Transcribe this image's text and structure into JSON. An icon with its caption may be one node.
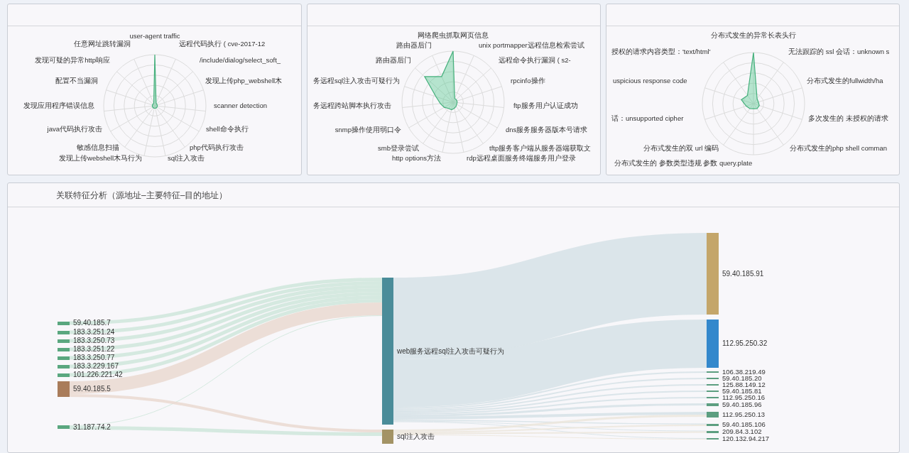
{
  "diagram": {
    "nodes": [
      {
        "text": [
          "关联特征分析（源地址–主要特征–目的地址）"
        ]
      },
      {
        "text": [
          "59.40.185.7"
        ],
        "in": 0
      },
      {
        "text": [
          "183.3.251.24"
        ],
        "in": 0
      },
      {
        "text": [
          "183.3.250.73"
        ],
        "in": 0
      },
      {
        "text": [
          "183.3.251.22"
        ],
        "in": 0
      },
      {
        "text": [
          "183.3.250.77"
        ],
        "in": 0
      },
      {
        "text": [
          "183.3.229.167"
        ],
        "in": 0
      },
      {
        "text": [
          "101.226.221.42"
        ],
        "in": 0
      },
      {
        "text": [
          "59.40.185.5"
        ],
        "in": 0
      },
      {
        "text": [
          "31.187.74.2"
        ],
        "in": 0
      },
      {
        "text": [
          "web服务远程sql注入攻击可疑行为"
        ],
        "in": 0
      },
      {
        "text": [
          "sql注入攻击"
        ],
        "in": 0
      },
      {
        "text": [
          "59.40.185.91"
        ],
        "in": 0
      },
      {
        "text": [
          "112.95.250.32"
        ],
        "in": 0
      },
      {
        "text": [
          "106.38.219.49"
        ],
        "in": 0
      },
      {
        "text": [
          "59.40.185.20"
        ],
        "in": 0
      },
      {
        "text": [
          "125.88.149.12"
        ],
        "in": 0
      },
      {
        "text": [
          "59.40.185.81"
        ],
        "in": 0
      },
      {
        "text": [
          "112.95.250.16"
        ],
        "in": 0
      },
      {
        "text": [
          "59.40.185.96"
        ],
        "in": 0
      },
      {
        "text": [
          "112.95.250.13"
        ],
        "in": 0
      },
      {
        "text": [
          "59.40.185.106"
        ],
        "in": 0
      },
      {
        "text": [
          "209.84.3.102"
        ],
        "in": 0
      },
      {
        "text": [
          "120.132.94.217"
        ],
        "in": 0
      }
    ],
    "edges": [
      {
        "from": 1,
        "to": 10,
        "arrow": "none",
        "color": "#cfe6da"
      },
      {
        "from": 2,
        "to": 10,
        "arrow": "none",
        "color": "#cfe6da"
      },
      {
        "from": 3,
        "to": 10,
        "arrow": "none",
        "color": "#cfe6da"
      },
      {
        "from": 4,
        "to": 10,
        "arrow": "none",
        "color": "#cfe6da"
      },
      {
        "from": 5,
        "to": 10,
        "arrow": "none",
        "color": "#cfe6da"
      },
      {
        "from": 6,
        "to": 10,
        "arrow": "none",
        "color": "#cfe6da"
      },
      {
        "from": 7,
        "to": 10,
        "arrow": "none",
        "color": "#cfe6da"
      },
      {
        "from": 8,
        "to": 10,
        "arrow": "none",
        "style": "thick",
        "color": "#ead9d0"
      },
      {
        "from": 9,
        "to": 10,
        "arrow": "none",
        "color": "#cfe6da"
      },
      {
        "from": 8,
        "to": 11,
        "arrow": "none",
        "color": "#ead9d0"
      },
      {
        "from": 9,
        "to": 11,
        "arrow": "none",
        "color": "#cfe6da"
      },
      {
        "from": 10,
        "to": 12,
        "arrow": "none",
        "style": "thick"
      },
      {
        "from": 10,
        "to": 13,
        "arrow": "none",
        "style": "thick"
      },
      {
        "from": 10,
        "to": 14,
        "arrow": "none"
      },
      {
        "from": 10,
        "to": 15,
        "arrow": "none"
      },
      {
        "from": 10,
        "to": 16,
        "arrow": "none"
      },
      {
        "from": 10,
        "to": 17,
        "arrow": "none"
      },
      {
        "from": 10,
        "to": 18,
        "arrow": "none"
      },
      {
        "from": 10,
        "to": 19,
        "arrow": "none"
      },
      {
        "from": 10,
        "to": 20,
        "arrow": "none"
      },
      {
        "from": 10,
        "to": 21,
        "arrow": "none"
      },
      {
        "from": 10,
        "to": 22,
        "arrow": "none"
      },
      {
        "from": 10,
        "to": 23,
        "arrow": "none"
      },
      {
        "from": 11,
        "to": 20,
        "arrow": "none",
        "color": "#ece6dc"
      },
      {
        "from": 11,
        "to": 21,
        "arrow": "none",
        "color": "#ece6dc"
      },
      {
        "from": 11,
        "to": 22,
        "arrow": "none",
        "color": "#ece6dc"
      },
      {
        "from": 11,
        "to": 23,
        "arrow": "none",
        "color": "#ece6dc"
      }
    ],
    "labels": [
      "user-agent traffic",
      "任意网址跳转漏洞",
      "远程代码执行 ( cve-2017-12",
      "发现可疑的异常http响应",
      "/include/dialog/select_soft_",
      "配置不当漏洞",
      "发现上传php_webshell木",
      "发现应用程序错误信息",
      "scanner detection",
      "java代码执行攻击",
      "shell命令执行",
      "敏感信息扫描",
      "php代码执行攻击",
      "发现上传webshell木马行为",
      "sql注入攻击",
      "网络爬虫抓取网页信息",
      "路由器后门",
      "unix portmapper远程信息检索尝试",
      "路由器后门",
      "远程命令执行漏洞 ( s2-",
      "务远程sql注入攻击可疑行为",
      "rpcinfo操作",
      "务远程跨站脚本执行攻击",
      "ftp服务用户认证成功",
      "snmp操作使用弱口令",
      "dns服务服务器版本号请求",
      "smb登录尝试",
      "tftp服务客户端从服务器端获取文",
      "http options方法",
      "rdp远程桌面服务终端服务用户登录",
      "分布式发生的异常长表头行",
      "授权的请求内容类型：'text/html'",
      "无法跟踪的 ssl 会话：unknown s",
      "uspicious response code",
      "分布式发生的fullwidth/ha",
      "话：unsupported cipher",
      "多次发生的 未授权的请求",
      "分布式发生的双 url 编码",
      "分布式发生的php shell comman",
      "分布式发生的 参数类型违规 参数 query.plate"
    ]
  }
}
